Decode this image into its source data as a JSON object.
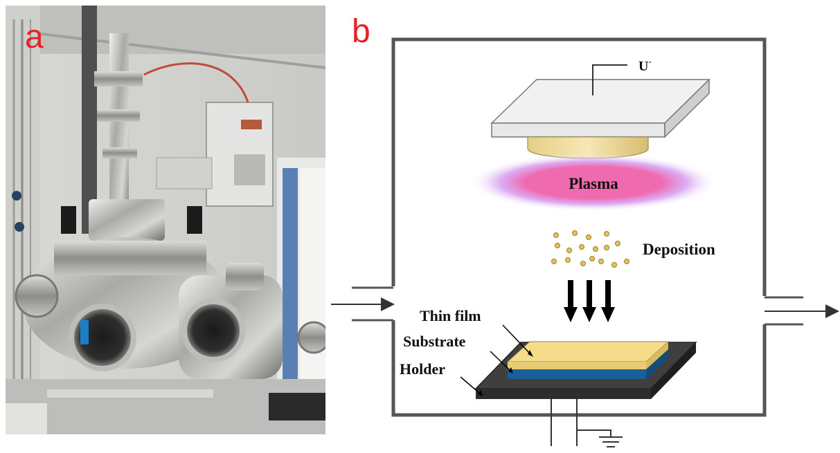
{
  "panels": {
    "a": {
      "letter": "a",
      "photo": "ion-beam-sputtering-vacuum-chamber-photo"
    },
    "b": {
      "letter": "b"
    }
  },
  "diagram": {
    "target_voltage_label": "U",
    "target_voltage_sign": "-",
    "plasma_label": "Plasma",
    "deposition_label": "Deposition",
    "thin_film_label": "Thin film",
    "substrate_label": "Substrate",
    "holder_label": "Holder"
  },
  "colors": {
    "panel_letter": "#e8202a",
    "plasma": "#f06ab0",
    "target": "#f3df9c",
    "thin_film": "#f5dc8a",
    "substrate": "#1f6fb2",
    "holder": "#3c3c3c",
    "particles": "#c9a233",
    "chamber_wall": "#555555"
  }
}
